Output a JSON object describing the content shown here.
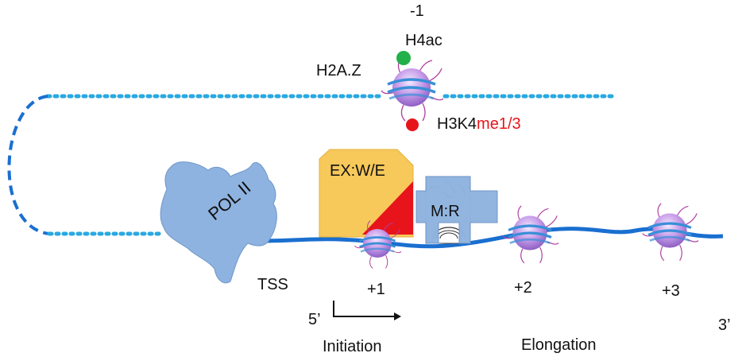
{
  "labels": {
    "minus1": "-1",
    "h4ac": "H4ac",
    "h2az": "H2A.Z",
    "h3k4": "H3K4",
    "me13": "me1/3",
    "ex_we": "EX:W/E",
    "m_r": "M:R",
    "pol2": "POL II",
    "tss": "TSS",
    "plus1": "+1",
    "plus2": "+2",
    "plus3": "+3",
    "five_prime": "5’",
    "three_prime": "3’",
    "initiation": "Initiation",
    "elongation": "Elongation"
  },
  "colors": {
    "dna": "#1a6fd0",
    "dna_dotted": "#29a8e0",
    "pol2": "#8fb3e0",
    "ex_we_box": "#f7c85a",
    "triangle": "#e8141b",
    "mr_box": "#8fb3e0",
    "nucleosome": "#c59ae8",
    "h4ac_dot": "#22b04b",
    "methyl_dot": "#e8141b",
    "me13_text": "#e8141b"
  },
  "icons": [
    "nucleosome-icon",
    "pol2-blob",
    "arrow-icon"
  ]
}
